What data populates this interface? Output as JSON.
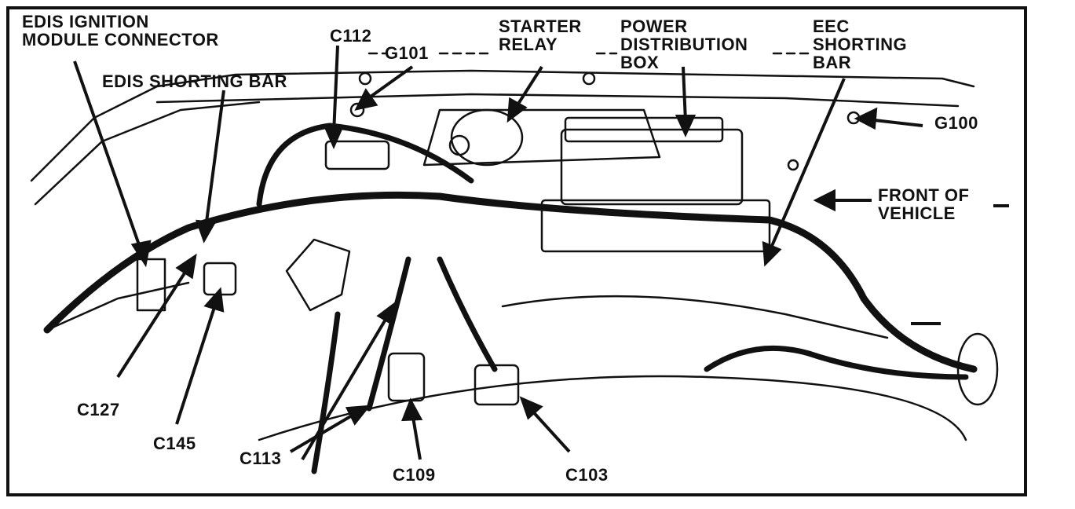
{
  "labels": {
    "edis_module": [
      "EDIS IGNITION",
      "MODULE CONNECTOR"
    ],
    "edis_shorting_bar": "EDIS SHORTING BAR",
    "c112": "C112",
    "g101": "G101",
    "starter_relay": [
      "STARTER",
      "RELAY"
    ],
    "power_dist_box": [
      "POWER",
      "DISTRIBUTION",
      "BOX"
    ],
    "eec_shorting_bar": [
      "EEC",
      "SHORTING",
      "BAR"
    ],
    "g100": "G100",
    "front_of_vehicle": [
      "FRONT OF",
      "VEHICLE"
    ],
    "c127": "C127",
    "c145": "C145",
    "c113": "C113",
    "c109": "C109",
    "c103": "C103"
  },
  "colors": {
    "ink": "#111111",
    "paper": "#ffffff"
  }
}
